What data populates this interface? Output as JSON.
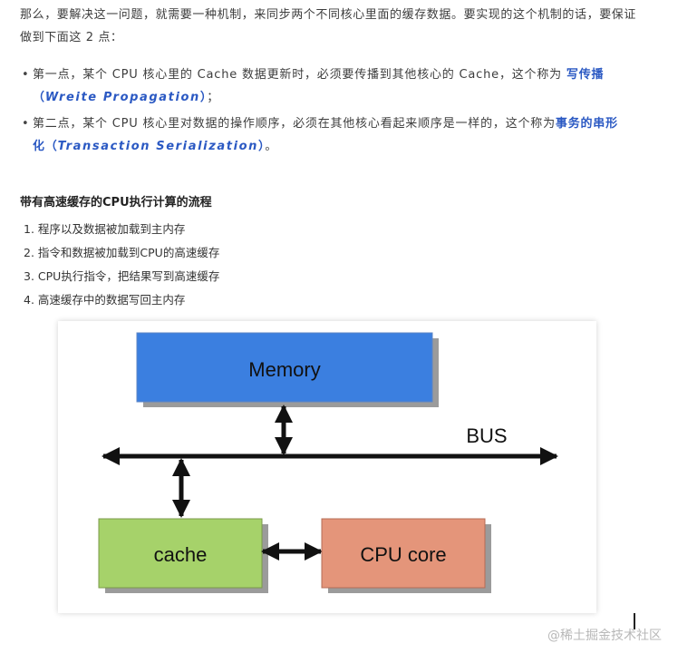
{
  "intro": "那么，要解决这一问题，就需要一种机制，来同步两个不同核心里面的缓存数据。要实现的这个机制的话，要保证做到下面这 2 点：",
  "bullets": [
    {
      "text": "第一点，某个 CPU 核心里的 Cache 数据更新时，必须要传播到其他核心的 Cache，这个称为",
      "term_cn": "写传播（",
      "term_en": "Wreite Propagation",
      "term_close": "）",
      "tail": "；"
    },
    {
      "text": "第二点，某个 CPU 核心里对数据的操作顺序，必须在其他核心看起来顺序是一样的，这个称为",
      "term_cn": "事务的串形化（",
      "term_en": "Transaction Serialization",
      "term_close": "）",
      "tail": "。"
    }
  ],
  "heading": "带有高速缓存的CPU执行计算的流程",
  "steps": [
    "1. 程序以及数据被加载到主内存",
    "2. 指令和数据被加载到CPU的高速缓存",
    "3. CPU执行指令，把结果写到高速缓存",
    "4. 高速缓存中的数据写回主内存"
  ],
  "diagram": {
    "memory": "Memory",
    "bus": "BUS",
    "cache": "cache",
    "cpu": "CPU core",
    "colors": {
      "memory": "#3b7fe0",
      "cache": "#a6d26a",
      "cpu": "#e4957a",
      "shadow": "#9b9b9b"
    }
  },
  "watermark": "@稀土掘金技术社区"
}
